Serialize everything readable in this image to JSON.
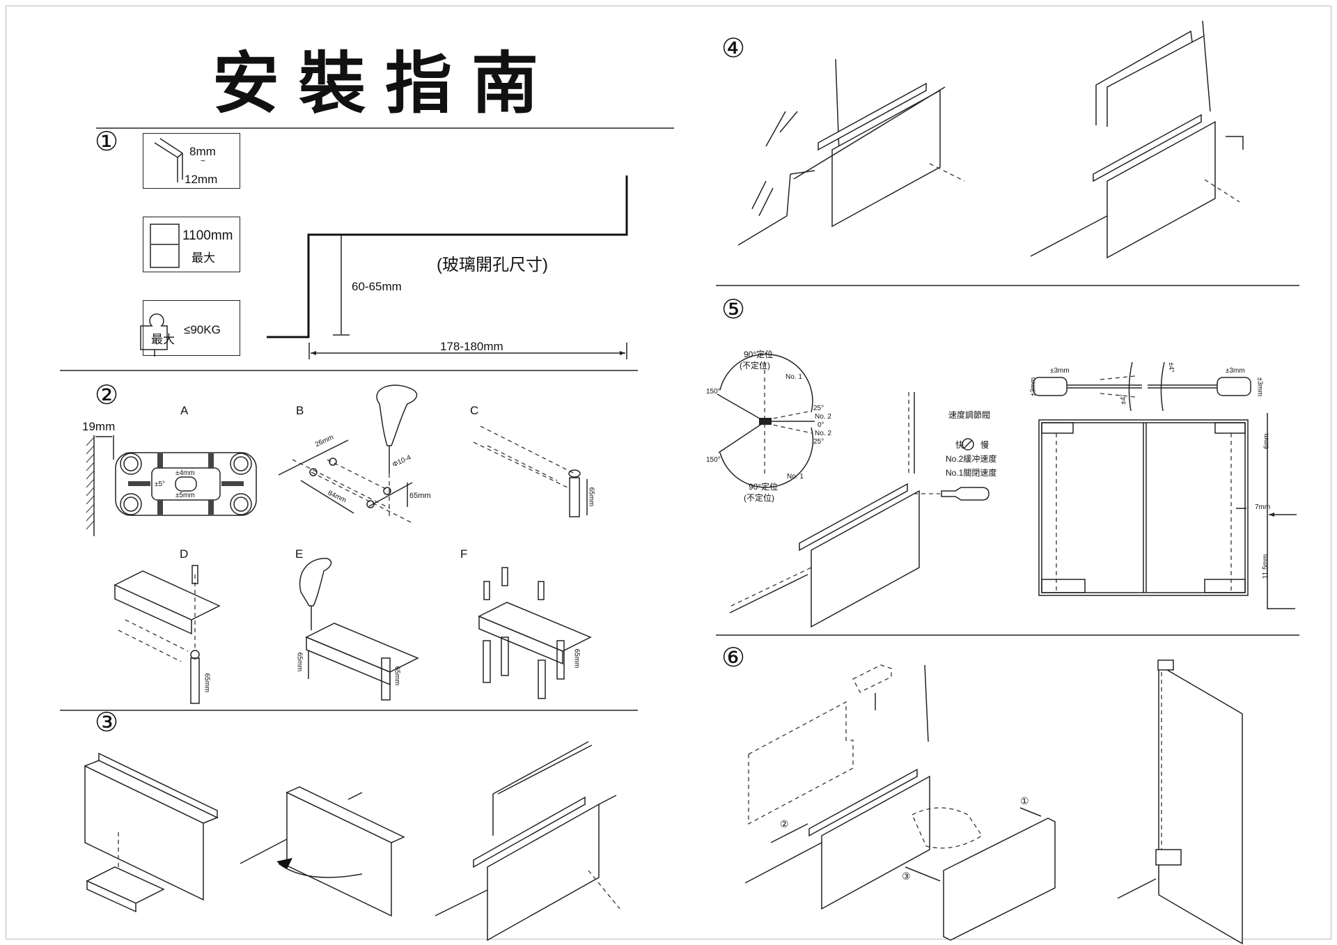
{
  "document": {
    "title": "安裝指南",
    "steps": [
      "①",
      "②",
      "③",
      "④",
      "⑤",
      "⑥"
    ]
  },
  "step1": {
    "glass_thickness": {
      "min": "8mm",
      "sep": "~",
      "max": "12mm"
    },
    "glass_width": {
      "value": "1100mm",
      "note": "最大"
    },
    "glass_weight": {
      "note": "最大",
      "value": "≤90KG"
    },
    "cutout": {
      "caption": "(玻璃開孔尺寸)",
      "height": "60-65mm",
      "width": "178-180mm"
    }
  },
  "step2": {
    "labels": [
      "A",
      "B",
      "C",
      "D",
      "E",
      "F"
    ],
    "A": {
      "wall_gap": "19mm",
      "adj_y": "±4mm",
      "adj_y2": "±5mm",
      "adj_angle": "±5°"
    },
    "B": {
      "spacing": "26mm",
      "length": "84mm",
      "drill": "Φ10-4",
      "depth": "65mm"
    },
    "C": {
      "depth": "65mm"
    },
    "D": {
      "depth": "65mm"
    },
    "E": {
      "depth_left": "65mm",
      "depth_right": "65mm"
    },
    "F": {
      "depth": "65mm"
    }
  },
  "step5": {
    "dial": {
      "top": "90°定位",
      "top_sub": "(不定位)",
      "bottom": "90°定位",
      "bottom_sub": "(不定位)",
      "left_top": "150°",
      "left_bottom": "150°",
      "right_top": "25°",
      "right_zero": "0°",
      "right_bottom": "25°",
      "no1_top": "No. 1",
      "no2_top": "No. 2",
      "no2_bottom": "No. 2",
      "no1_bottom": "No. 1"
    },
    "valve": {
      "title": "速度調節閥",
      "fast": "快",
      "slow": "慢",
      "no2": "No.2緩冲速度",
      "no1": "No.1關閉速度"
    },
    "plan": {
      "adj_left_h": "±3mm",
      "adj_left_v": "±3mm",
      "adj_right_h": "±3mm",
      "adj_right_v": "±3mm",
      "angle_top": "±4°",
      "angle_bottom": "±4°",
      "top_gap": "6mm",
      "side_gap": "7mm",
      "bottom_gap": "11.5mm"
    }
  },
  "step6": {
    "callouts": [
      "①",
      "②",
      "③"
    ]
  }
}
